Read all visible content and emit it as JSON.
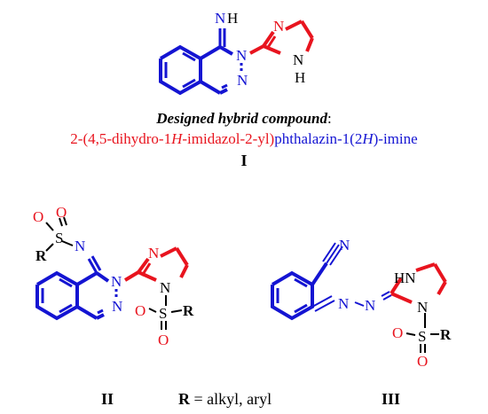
{
  "captions": {
    "designed": "Designed hybrid compound",
    "colon": ":",
    "name_red_1": "2-(4,5-dihydro-1",
    "name_red_H": "H",
    "name_red_2": "-imidazol-2-yl)",
    "name_blue_1": "phthalazin-1(2",
    "name_blue_H": "H",
    "name_blue_2": ")-imine",
    "label_I": "I",
    "label_II": "II",
    "label_III": "III",
    "r_def_R": "R",
    "r_def_text": " = alkyl, aryl"
  },
  "atoms": {
    "N": "N",
    "H": "H",
    "NH": "NH",
    "HN": "HN",
    "S": "S",
    "O": "O",
    "R": "R"
  },
  "colors": {
    "phthalazine": "#1414d2",
    "imidazoline": "#e8141e",
    "black": "#000000"
  }
}
